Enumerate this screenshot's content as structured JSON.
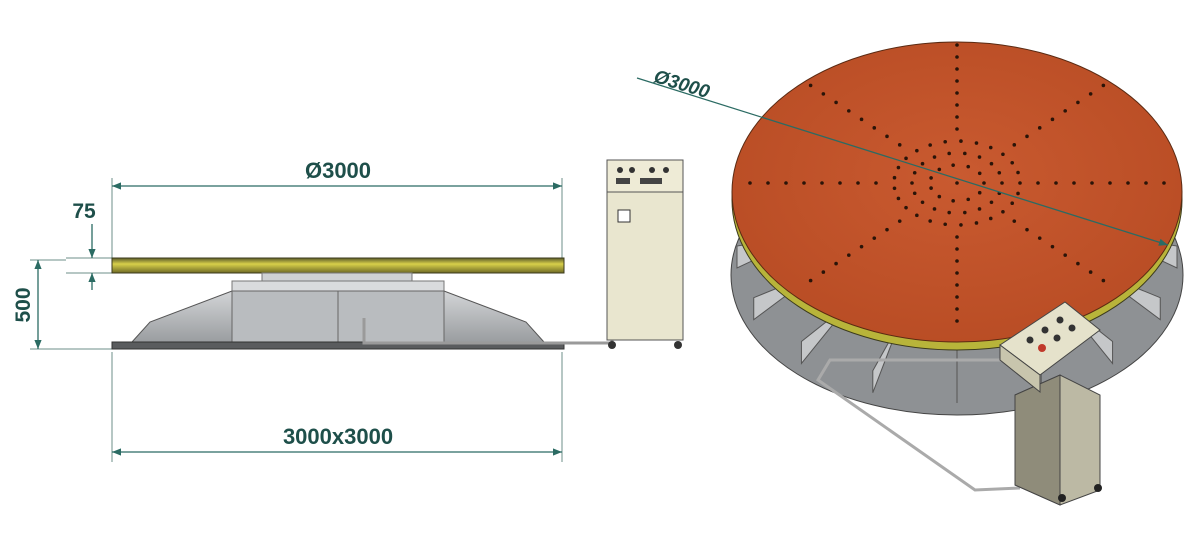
{
  "side_view": {
    "diameter_label": "Ø3000",
    "plate_thickness_label": "75",
    "height_label": "500",
    "base_size_label": "3000x3000"
  },
  "iso_view": {
    "diameter_label": "Ø3000"
  },
  "colors": {
    "dimension": "#1e4f4a",
    "table_top": "#c2532b",
    "base": "#8a8d90",
    "cabinet": "#e9e6cf",
    "plate_edge": "#c9c23a"
  }
}
